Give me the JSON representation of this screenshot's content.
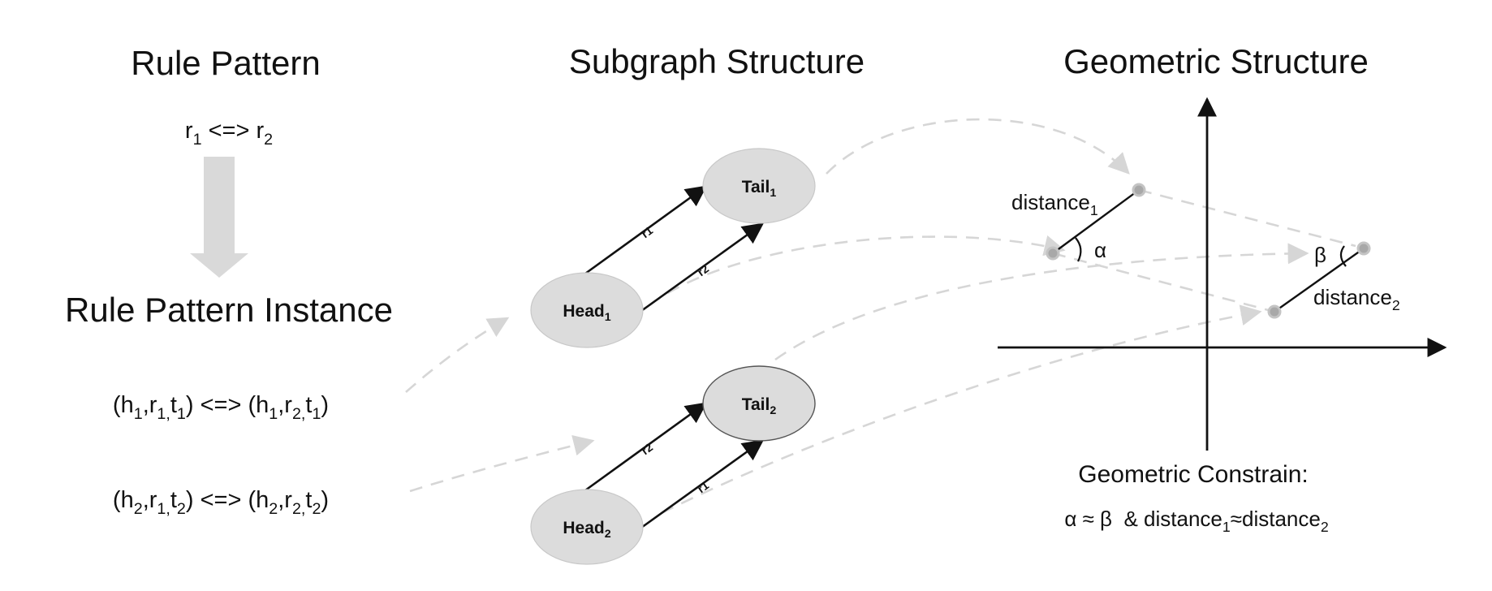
{
  "headings": {
    "rule_pattern": "Rule Pattern",
    "subgraph_structure": "Subgraph Structure",
    "geometric_structure": "Geometric Structure",
    "rule_pattern_instance": "Rule Pattern Instance"
  },
  "rule_pattern": {
    "r1": "r",
    "r1_sub": "1",
    "op": " <=> ",
    "r2": "r",
    "r2_sub": "2"
  },
  "instance1": {
    "open": "(h",
    "h_sub": "1",
    "c1": ",r",
    "r_sub": "1,",
    "t": "t",
    "t_sub": "1",
    "mid": ") <=> (h",
    "h2_sub": "1",
    "c2": ",r",
    "r2_sub": "2,",
    "t2": "t",
    "t2_sub": "1",
    "close": ")"
  },
  "instance2": {
    "open": "(h",
    "h_sub": "2",
    "c1": ",r",
    "r_sub": "1,",
    "t": "t",
    "t_sub": "2",
    "mid": ") <=> (h",
    "h2_sub": "2",
    "c2": ",r",
    "r2_sub": "2,",
    "t2": "t",
    "t2_sub": "2",
    "close": ")"
  },
  "subgraph": {
    "tail1": {
      "label": "Tail",
      "sub": "1"
    },
    "head1": {
      "label": "Head",
      "sub": "1"
    },
    "tail2": {
      "label": "Tail",
      "sub": "2"
    },
    "head2": {
      "label": "Head",
      "sub": "2"
    },
    "g1_top_edge": "r1",
    "g1_bottom_edge": "r2",
    "g2_top_edge": "r2",
    "g2_bottom_edge": "r1"
  },
  "geometric": {
    "distance1": "distance",
    "distance1_sub": "1",
    "alpha": "α",
    "beta": "β",
    "distance2": "distance",
    "distance2_sub": "2",
    "constraint_title": "Geometric Constrain:",
    "constraint_formula_a": "α ≈ β  & distance",
    "constraint_sub1": "1",
    "constraint_formula_b": "≈distance",
    "constraint_sub2": "2"
  },
  "colors": {
    "dashed_arrow": "#d6d6d6",
    "node_fill": "#dcdcdc",
    "big_arrow": "#d9d9d9"
  }
}
